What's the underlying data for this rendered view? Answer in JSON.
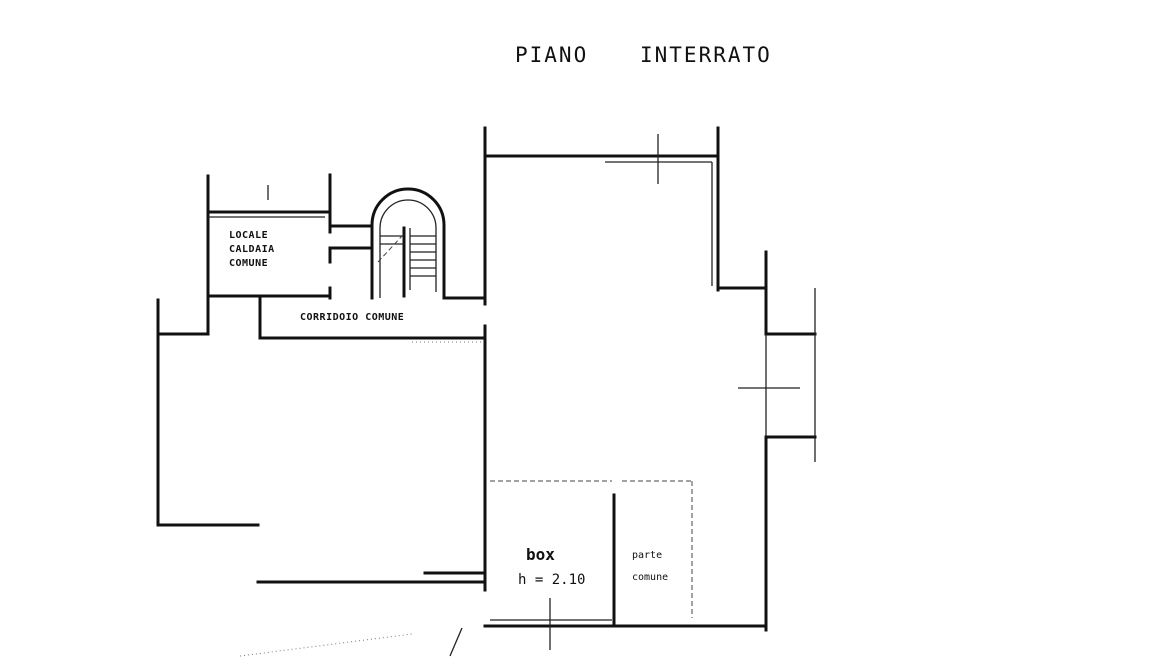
{
  "title": {
    "piano": "PIANO",
    "interrato": "INTERRATO"
  },
  "rooms": {
    "locale_line1": "LOCALE",
    "locale_line2": "CALDAIA",
    "locale_line3": "COMUNE",
    "corridoio": "CORRIDOIO COMUNE",
    "box_label": "box",
    "box_height": "h = 2.10",
    "parte_line1": "parte",
    "parte_line2": "comune"
  }
}
